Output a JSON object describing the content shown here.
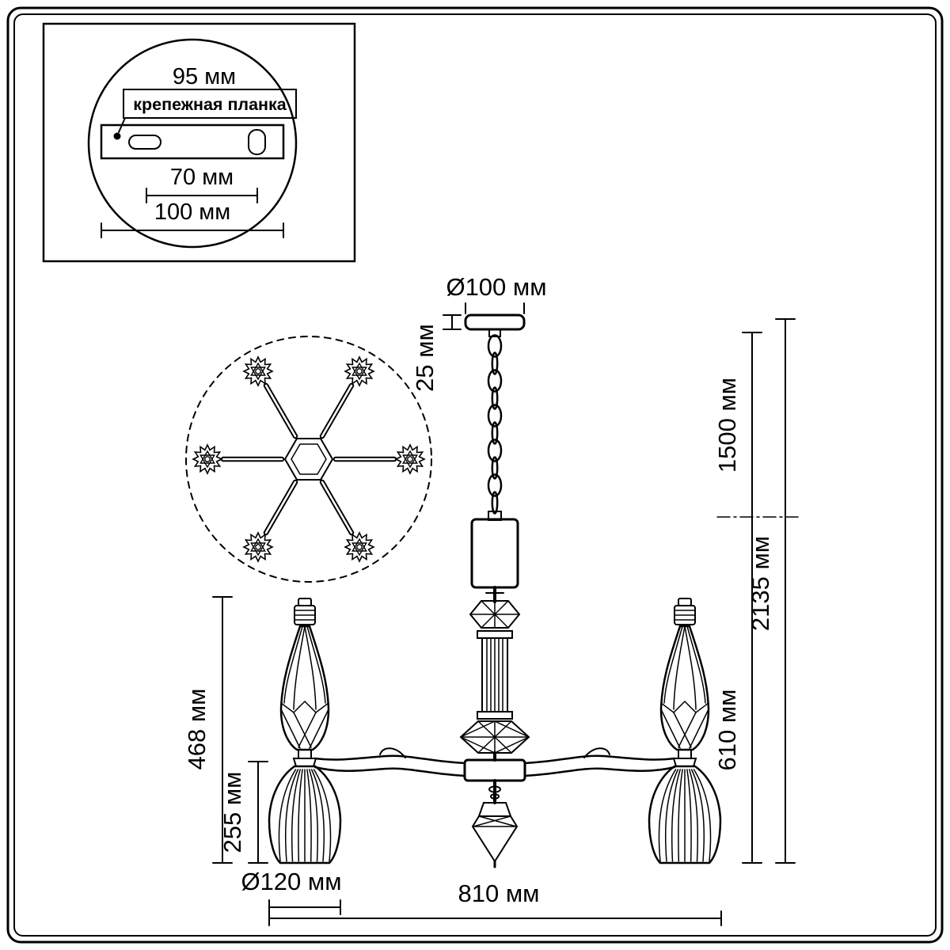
{
  "colors": {
    "ink": "#000000",
    "background": "#ffffff"
  },
  "inset": {
    "dim_95": "95 мм",
    "bracket_label": "крепежная планка",
    "dim_70": "70 мм",
    "dim_100": "100 мм"
  },
  "dims": {
    "canopy_diameter": "Ø100 мм",
    "canopy_height": "25 мм",
    "chain_length": "1500 мм",
    "total_height": "2135 мм",
    "fixture_height": "610 мм",
    "lamp_height": "468 мм",
    "shade_height": "255 мм",
    "shade_diameter": "Ø120 мм",
    "fixture_width": "810 мм"
  },
  "top_view": {
    "lamp_count": 6
  }
}
